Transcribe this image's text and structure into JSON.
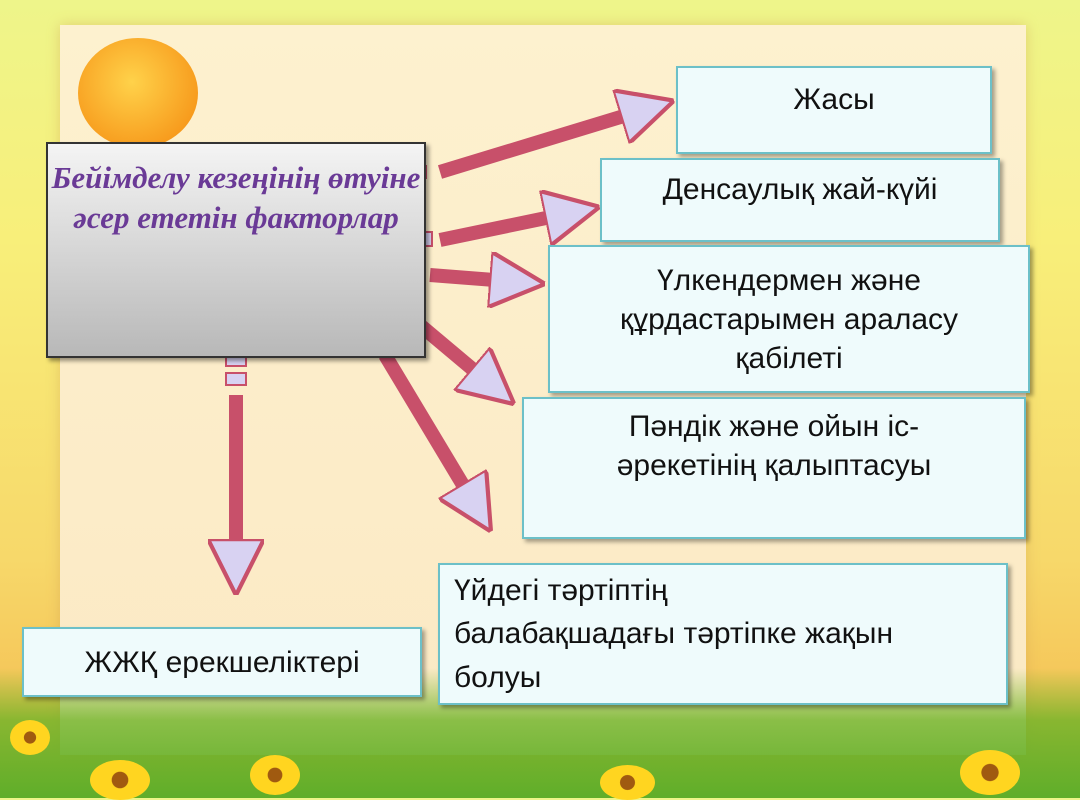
{
  "title": "Бейімделу кезеңінің өтуіне әсер ететін факторлар",
  "factors": [
    "Жасы",
    "Денсаулық жай-күйі",
    "Үлкендермен және құрдастарымен араласу қабілеті",
    "Пәндік және ойын іс-әрекетінің қалыптасуы",
    "Үйдегі тәртіптің балабақшадағы тәртіпке жақын болуы",
    "ЖЖҚ ерекшеліктері"
  ],
  "colors": {
    "title_text": "#6a3a96",
    "box_border": "#6cc0c8",
    "arrow_fill": "#d8d2f2",
    "arrow_stroke": "#c8506a"
  }
}
